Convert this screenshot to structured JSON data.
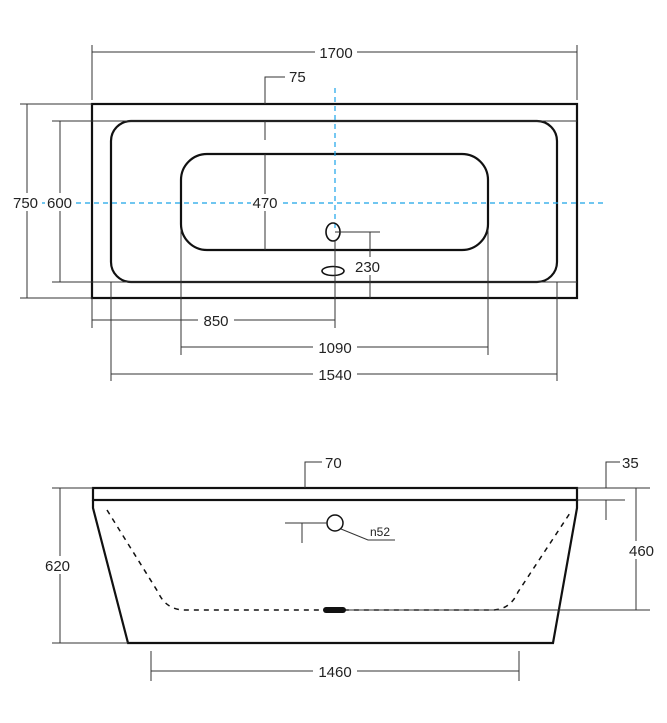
{
  "top_view": {
    "overall_length": "1700",
    "rim_width": "75",
    "overall_width": "750",
    "inner_width": "600",
    "basin_width": "470",
    "drain_offset": "230",
    "drain_from_end": "850",
    "basin_length": "1090",
    "inner_length": "1540"
  },
  "side_view": {
    "rim_thickness": "70",
    "rim_lip": "35",
    "height": "620",
    "overflow_height": "460",
    "overflow_diameter": "n52",
    "bottom_length": "1460"
  },
  "colors": {
    "centerline": "#1aa3e8",
    "outline": "#111111"
  }
}
